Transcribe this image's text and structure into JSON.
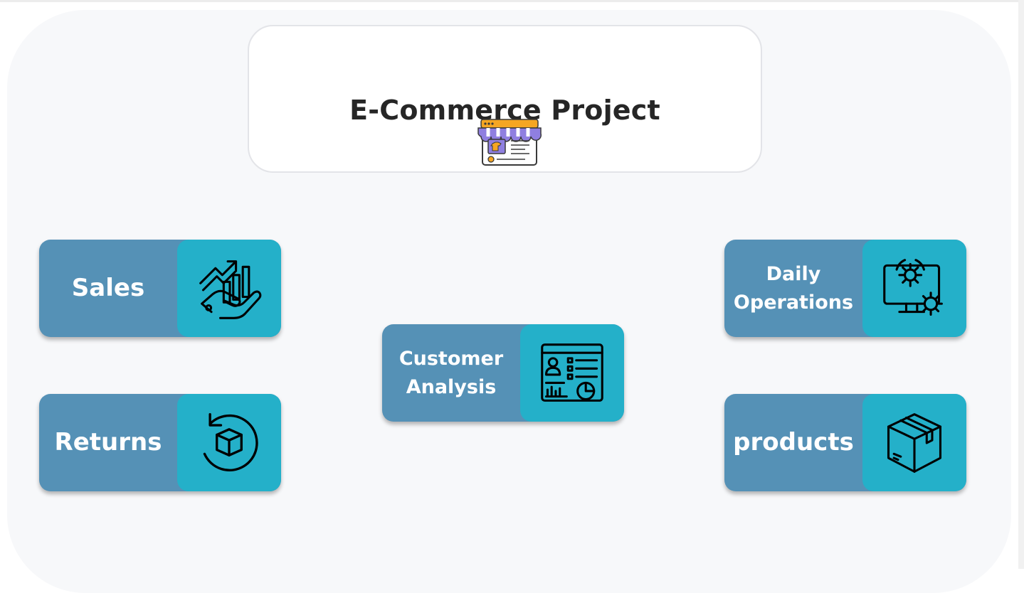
{
  "header": {
    "title": "E-Commerce Project",
    "icon": "online-store-icon"
  },
  "tiles": [
    {
      "id": "sales",
      "label": "Sales",
      "icon": "sales-growth-icon"
    },
    {
      "id": "returns",
      "label": "Returns",
      "icon": "product-return-icon"
    },
    {
      "id": "customer_analysis",
      "label": "Customer Analysis",
      "icon": "customer-dashboard-icon"
    },
    {
      "id": "daily_operations",
      "label": "Daily Operations",
      "icon": "operations-gear-icon"
    },
    {
      "id": "products",
      "label": "products",
      "icon": "package-box-icon"
    }
  ],
  "colors": {
    "tile_label_bg": "#5591b6",
    "tile_icon_bg": "#24b0c9",
    "panel_bg": "#f7f8fa",
    "title_text": "#262626"
  }
}
